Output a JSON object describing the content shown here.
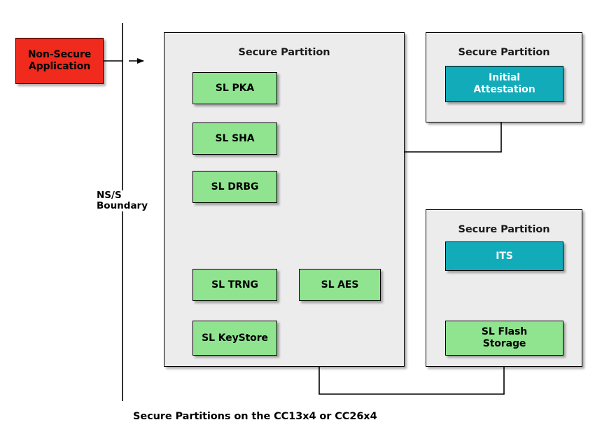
{
  "diagram": {
    "caption": "Secure Partitions on the CC13x4 or CC26x4",
    "boundary_label": "NS/S\nBoundary",
    "colors": {
      "green": "#90e490",
      "teal": "#12abba",
      "red": "#f02a1c",
      "partition_fill": "#ececec",
      "stroke": "#000000",
      "background": "#ffffff"
    }
  },
  "nonsecure": {
    "app_label": "Non-Secure\nApplication"
  },
  "partitions": [
    {
      "id": "main",
      "title": "Secure Partition",
      "nodes": [
        {
          "id": "pka",
          "label": "SL PKA",
          "color": "green"
        },
        {
          "id": "sha",
          "label": "SL SHA",
          "color": "green"
        },
        {
          "id": "drbg",
          "label": "SL DRBG",
          "color": "green"
        },
        {
          "id": "trng",
          "label": "SL TRNG",
          "color": "green"
        },
        {
          "id": "aes",
          "label": "SL AES",
          "color": "green"
        },
        {
          "id": "keystore",
          "label": "SL KeyStore",
          "color": "green"
        }
      ]
    },
    {
      "id": "attestation",
      "title": "Secure Partition",
      "nodes": [
        {
          "id": "initial-attestation",
          "label": "Initial\nAttestation",
          "color": "teal"
        }
      ]
    },
    {
      "id": "its",
      "title": "Secure Partition",
      "nodes": [
        {
          "id": "its",
          "label": "ITS",
          "color": "teal"
        },
        {
          "id": "flash",
          "label": "SL Flash\nStorage",
          "color": "green"
        }
      ]
    }
  ]
}
